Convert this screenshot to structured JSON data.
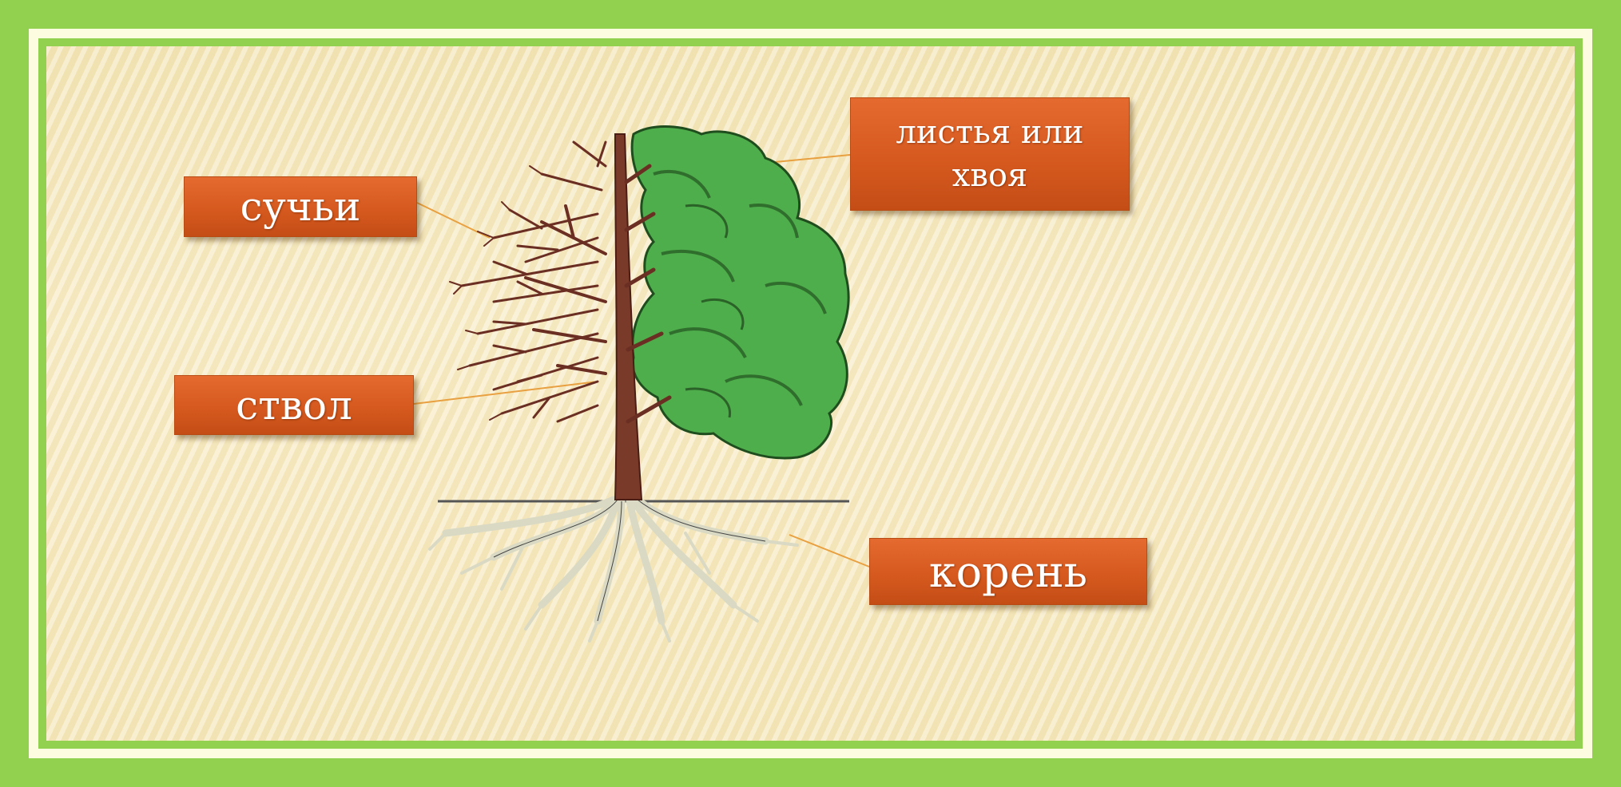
{
  "labels": {
    "branches": "сучьи",
    "trunk": "ствол",
    "leaves": "листья или хвоя",
    "root": "корень"
  },
  "colors": {
    "outer_border": "#92d050",
    "label_fill": "#d65a1f",
    "label_text": "#ffffff",
    "foliage": "#4caf50",
    "trunk": "#7a3a2a",
    "roots": "#f2f2e0",
    "leader_line": "#e8a040"
  }
}
